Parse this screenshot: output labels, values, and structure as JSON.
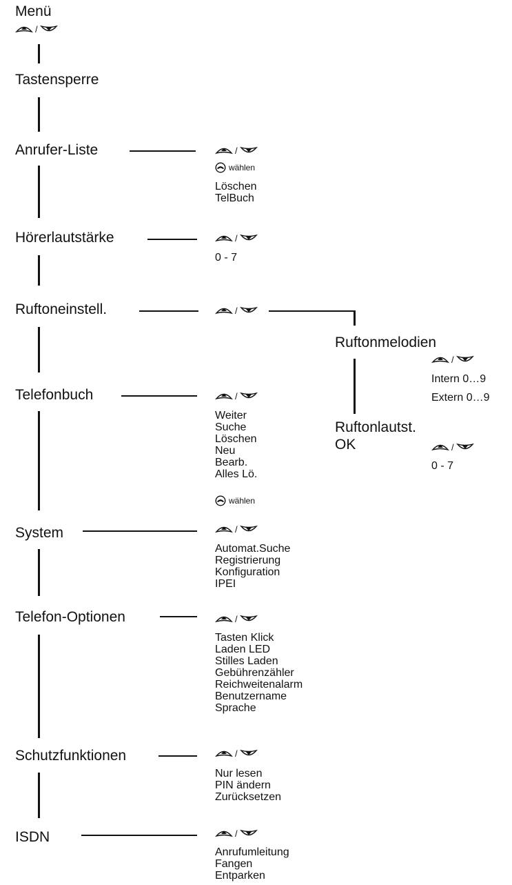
{
  "menu": {
    "title": "Menü",
    "items": [
      {
        "label": "Tastensperre"
      },
      {
        "label": "Anrufer-Liste",
        "options": [
          "Löschen",
          "TelBuch"
        ],
        "select_label": "wählen"
      },
      {
        "label": "Hörerlautstärke",
        "options": [
          "0 - 7"
        ]
      },
      {
        "label": "Ruftoneinstell."
      },
      {
        "label": "Telefonbuch",
        "options": [
          "Weiter",
          "Suche",
          "Löschen",
          "Neu",
          "Bearb.",
          "Alles Lö."
        ],
        "select_label": "wählen"
      },
      {
        "label": "System",
        "options": [
          "Automat.Suche",
          "Registrierung",
          "Konfiguration",
          "IPEI"
        ]
      },
      {
        "label": "Telefon-Optionen",
        "options": [
          "Tasten Klick",
          "Laden LED",
          "Stilles Laden",
          "Gebührenzähler",
          "Reichweitenalarm",
          "Benutzername",
          "Sprache"
        ]
      },
      {
        "label": "Schutzfunktionen",
        "options": [
          "Nur lesen",
          "PIN ändern",
          "Zurücksetzen"
        ]
      },
      {
        "label": "ISDN",
        "options": [
          "Anrufumleitung",
          "Fangen",
          "Entparken"
        ]
      }
    ]
  },
  "ruftone": {
    "melodien": {
      "label": "Ruftonmelodien",
      "options": [
        "Intern 0…9",
        "Extern 0…9"
      ]
    },
    "lautst": {
      "label": "Ruftonlautst.",
      "ok": "OK",
      "options": [
        "0 - 7"
      ]
    }
  },
  "icons": {
    "nav": "up-down-arrow-keys-icon",
    "select": "handset-key-icon"
  }
}
